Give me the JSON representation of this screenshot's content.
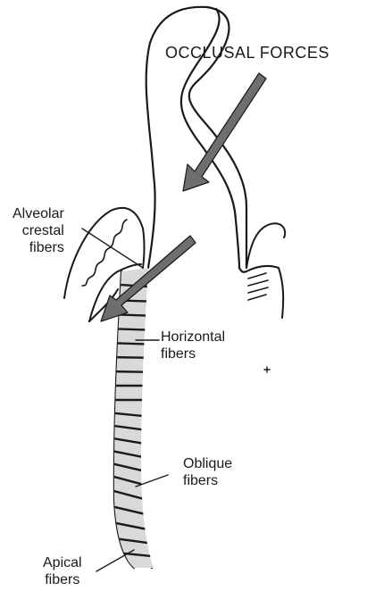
{
  "title": "OCCLUSAL FORCES",
  "labels": {
    "alveolar_crestal": [
      "Alveolar",
      "crestal",
      "fibers"
    ],
    "horizontal": [
      "Horizontal",
      "fibers"
    ],
    "oblique": [
      "Oblique",
      "fibers"
    ],
    "apical": [
      "Apical",
      "fibers"
    ]
  },
  "colors": {
    "ink": "#1a1a1a",
    "arrow": "#6e6e6e",
    "fiber_fill": "#d9d9d9"
  }
}
